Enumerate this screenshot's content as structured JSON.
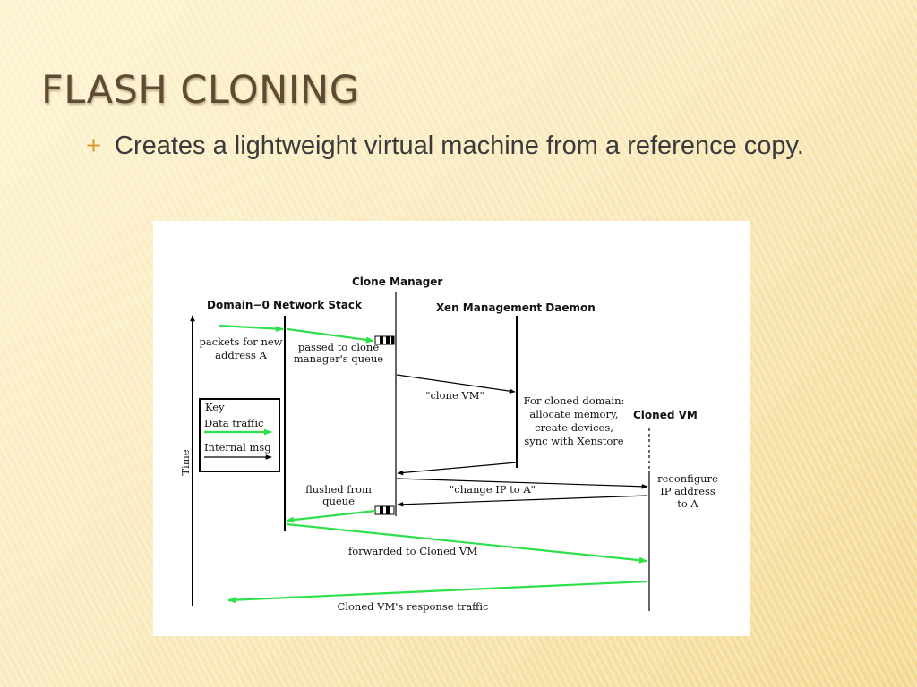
{
  "slide": {
    "title": "FLASH CLONING",
    "bullet_mark": "+",
    "bullet_text": "Creates a lightweight virtual machine from a reference copy."
  },
  "colors": {
    "title": "#5f4b34",
    "rule": "#e0ad54",
    "bullet_mark": "#d79a2f",
    "data_traffic": "#2ee04a",
    "internal_msg": "#000000"
  },
  "diagram": {
    "headers": {
      "network_stack": "Domain−0 Network Stack",
      "clone_manager": "Clone Manager",
      "xen_daemon": "Xen Management Daemon",
      "cloned_vm": "Cloned VM"
    },
    "labels": {
      "packets_l1": "packets for new",
      "packets_l2": "address A",
      "passed_l1": "passed to clone",
      "passed_l2": "manager's queue",
      "clone_vm_msg": "\"clone VM\"",
      "xen_l1": "For cloned domain:",
      "xen_l2": "allocate memory,",
      "xen_l3": "create devices,",
      "xen_l4": "sync with Xenstore",
      "reconf_l1": "reconfigure",
      "reconf_l2": "IP address",
      "reconf_l3": "to A",
      "change_ip_msg": "\"change IP to A\"",
      "flushed_l1": "flushed from",
      "flushed_l2": "queue",
      "forwarded": "forwarded to Cloned VM",
      "response": "Cloned VM's response traffic",
      "time": "Time"
    },
    "key": {
      "title": "Key",
      "data": "Data traffic",
      "internal": "Internal msg"
    }
  }
}
